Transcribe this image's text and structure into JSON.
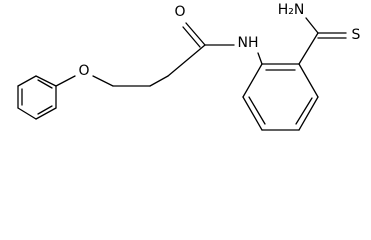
{
  "molecule": {
    "atoms": {
      "oxygen_carbonyl": "O",
      "nitrogen_amide": "NH",
      "amine_group": "H₂N",
      "sulfur": "S",
      "oxygen_ether": "O"
    },
    "colors": {
      "bond": "#000000",
      "label": "#000000",
      "background": "#ffffff"
    }
  }
}
